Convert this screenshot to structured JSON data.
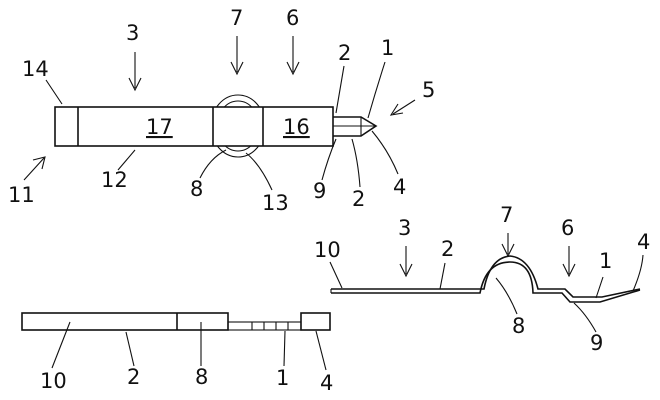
{
  "figure": {
    "top_view": {
      "labels": {
        "n1": "1",
        "n2a": "2",
        "n2b": "2",
        "n3": "3",
        "n4": "4",
        "n5": "5",
        "n6": "6",
        "n7": "7",
        "n8": "8",
        "n9": "9",
        "n11": "11",
        "n12": "12",
        "n13": "13",
        "n14": "14",
        "n16": "16",
        "n17": "17"
      }
    },
    "side_view": {
      "labels": {
        "n10": "10",
        "n3": "3",
        "n2": "2",
        "n7": "7",
        "n6": "6",
        "n1": "1",
        "n4": "4",
        "n8": "8",
        "n9": "9"
      }
    },
    "bottom_view": {
      "labels": {
        "n10": "10",
        "n2": "2",
        "n8": "8",
        "n1": "1",
        "n4": "4"
      }
    }
  }
}
